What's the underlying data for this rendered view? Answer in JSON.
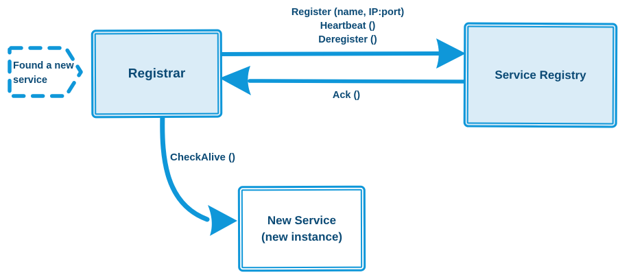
{
  "colors": {
    "stroke": "#0f97d9",
    "fill": "#daecf7",
    "ink": "#0b4a75",
    "paper": "#ffffff"
  },
  "nodes": {
    "found_note": {
      "lines": [
        "Found a new",
        "service"
      ]
    },
    "registrar": {
      "label": "Registrar"
    },
    "service_registry": {
      "label": "Service Registry"
    },
    "new_service": {
      "lines": [
        "New Service",
        "(new instance)"
      ]
    }
  },
  "edges": {
    "register": {
      "lines": [
        "Register (name, IP:port)",
        "Heartbeat ()",
        "Deregister ()"
      ]
    },
    "ack": {
      "label": "Ack ()"
    },
    "checkalive": {
      "label": "CheckAlive ()"
    }
  }
}
